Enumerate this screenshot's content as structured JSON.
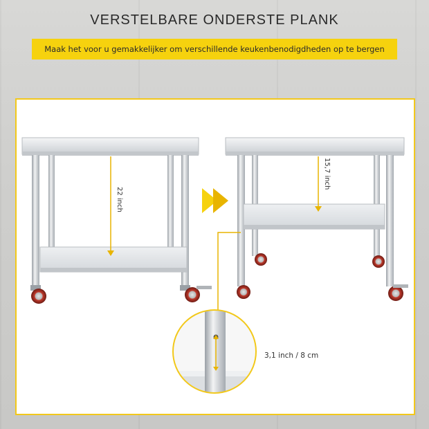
{
  "heading": "VERSTELBARE ONDERSTE PLANK",
  "subheading": "Maak het voor u gemakkelijker om verschillende keukenbenodigdheden op te bergen",
  "left_table": {
    "height_label": "22 inch"
  },
  "right_table": {
    "height_label": "15,7 inch"
  },
  "detail": {
    "hole_spacing_label": "3,1 inch / 8 cm"
  },
  "colors": {
    "accent": "#f6d20e",
    "frame": "#f2c81a",
    "steel": "#e6e8ea",
    "wheel": "#c0392b"
  }
}
